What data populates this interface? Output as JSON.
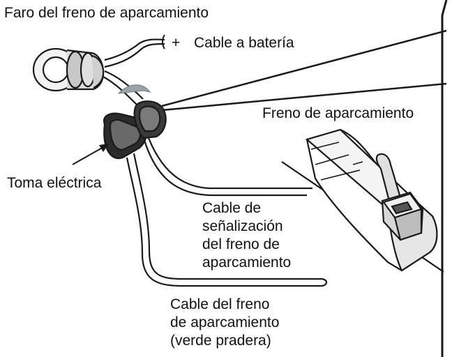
{
  "labels": {
    "parking_brake_light": "Faro del freno de aparcamiento",
    "battery_plus": "+",
    "battery_cable": "Cable a batería",
    "parking_brake": "Freno de aparcamiento",
    "power_socket": "Toma eléctrica",
    "signal_cable": [
      "Cable de",
      "señalización",
      "del freno de",
      "aparcamiento"
    ],
    "brake_cable": [
      "Cable del freno",
      "de aparcamiento",
      "(verde pradera)"
    ]
  },
  "colors": {
    "line": "#1a1a1a",
    "background": "#ffffff",
    "light_gray": "#e6e6e6",
    "mid_gray": "#b8b8b8",
    "dark_gray": "#555555",
    "arrow_accent": "#9aa3a8"
  }
}
